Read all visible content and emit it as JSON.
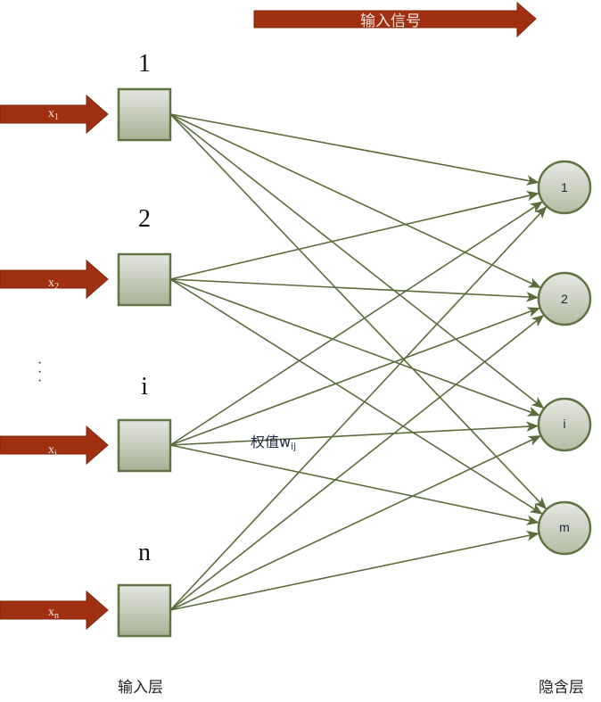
{
  "diagram": {
    "title_arrow_label": "输入信号",
    "weight_label": "权值",
    "weight_symbol": "w",
    "weight_subscript": "ij",
    "input_layer_label": "输入层",
    "hidden_layer_label": "隐含层",
    "ellipsis": "⋮",
    "input_nodes": [
      {
        "id": "1",
        "input_symbol": "x",
        "input_subscript": "1"
      },
      {
        "id": "2",
        "input_symbol": "x",
        "input_subscript": "2"
      },
      {
        "id": "i",
        "input_symbol": "x",
        "input_subscript": "i"
      },
      {
        "id": "n",
        "input_symbol": "x",
        "input_subscript": "n"
      }
    ],
    "hidden_nodes": [
      {
        "id": "1"
      },
      {
        "id": "2"
      },
      {
        "id": "i"
      },
      {
        "id": "m"
      }
    ],
    "connections": "fully-connected (every input node to every hidden node)",
    "colors": {
      "arrow_fill": "#a0300f",
      "node_stroke": "#5f7343",
      "node_fill_top": "#e4e6e0",
      "node_fill_bottom": "#a8b196",
      "edge_color": "#5a6b3c"
    }
  }
}
